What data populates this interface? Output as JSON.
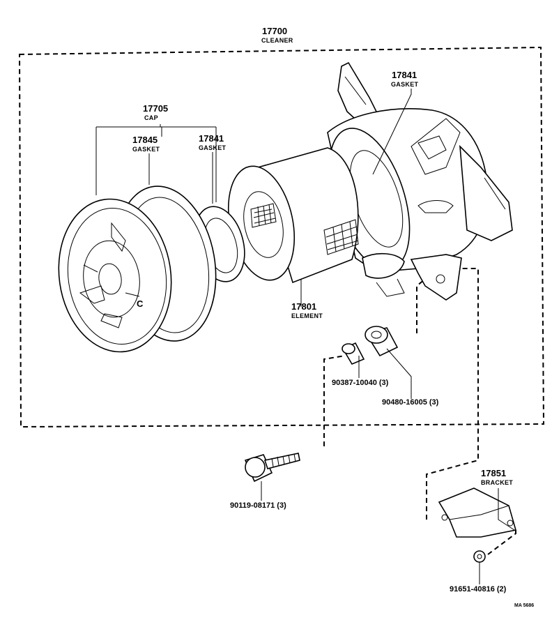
{
  "cleaner": {
    "part_no": "17700",
    "name": "CLEANER"
  },
  "cap": {
    "part_no": "17705",
    "name": "CAP"
  },
  "gasket_cap": {
    "part_no": "17845",
    "name": "GASKET"
  },
  "gasket_inner": {
    "part_no": "17841",
    "name": "GASKET"
  },
  "gasket_body": {
    "part_no": "17841",
    "name": "GASKET"
  },
  "element": {
    "part_no": "17801",
    "name": "ELEMENT"
  },
  "collar": {
    "part_no": "90387-10040 (3)"
  },
  "cushion": {
    "part_no": "90480-16005 (3)"
  },
  "bolt": {
    "part_no": "90119-08171 (3)"
  },
  "bracket": {
    "part_no": "17851",
    "name": "BRACKET"
  },
  "nut": {
    "part_no": "91651-40816 (2)"
  },
  "drawing_code": "MA 5686",
  "cap_letter": "C"
}
